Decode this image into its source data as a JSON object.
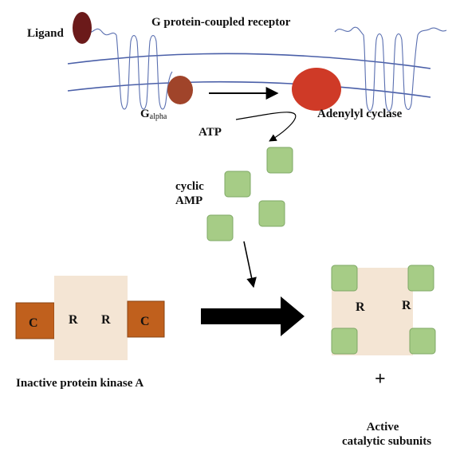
{
  "labels": {
    "ligand": "Ligand",
    "gpcr": "G protein-coupled receptor",
    "g_alpha_main": "G",
    "g_alpha_sub": "alpha",
    "adenylyl_cyclase": "Adenylyl cyclase",
    "atp": "ATP",
    "camp_line1": "cyclic",
    "camp_line2": "AMP",
    "catalytic": "C",
    "regulatory": "R",
    "inactive_pka": "Inactive protein kinase A",
    "plus": "+",
    "active_line1": "Active",
    "active_line2": "catalytic subunits"
  },
  "colors": {
    "ligand": "#6b1a1a",
    "g_alpha": "#a0442a",
    "adenylyl_cyclase": "#cf3a27",
    "membrane": "#4a5fa8",
    "receptor_coil": "#5a6fb0",
    "camp_fill": "#a6cc86",
    "camp_stroke": "#7fa866",
    "catalytic_fill": "#c0601d",
    "catalytic_stroke": "#8a4414",
    "regulatory_fill": "#f4e5d4",
    "arrow": "#000000"
  }
}
